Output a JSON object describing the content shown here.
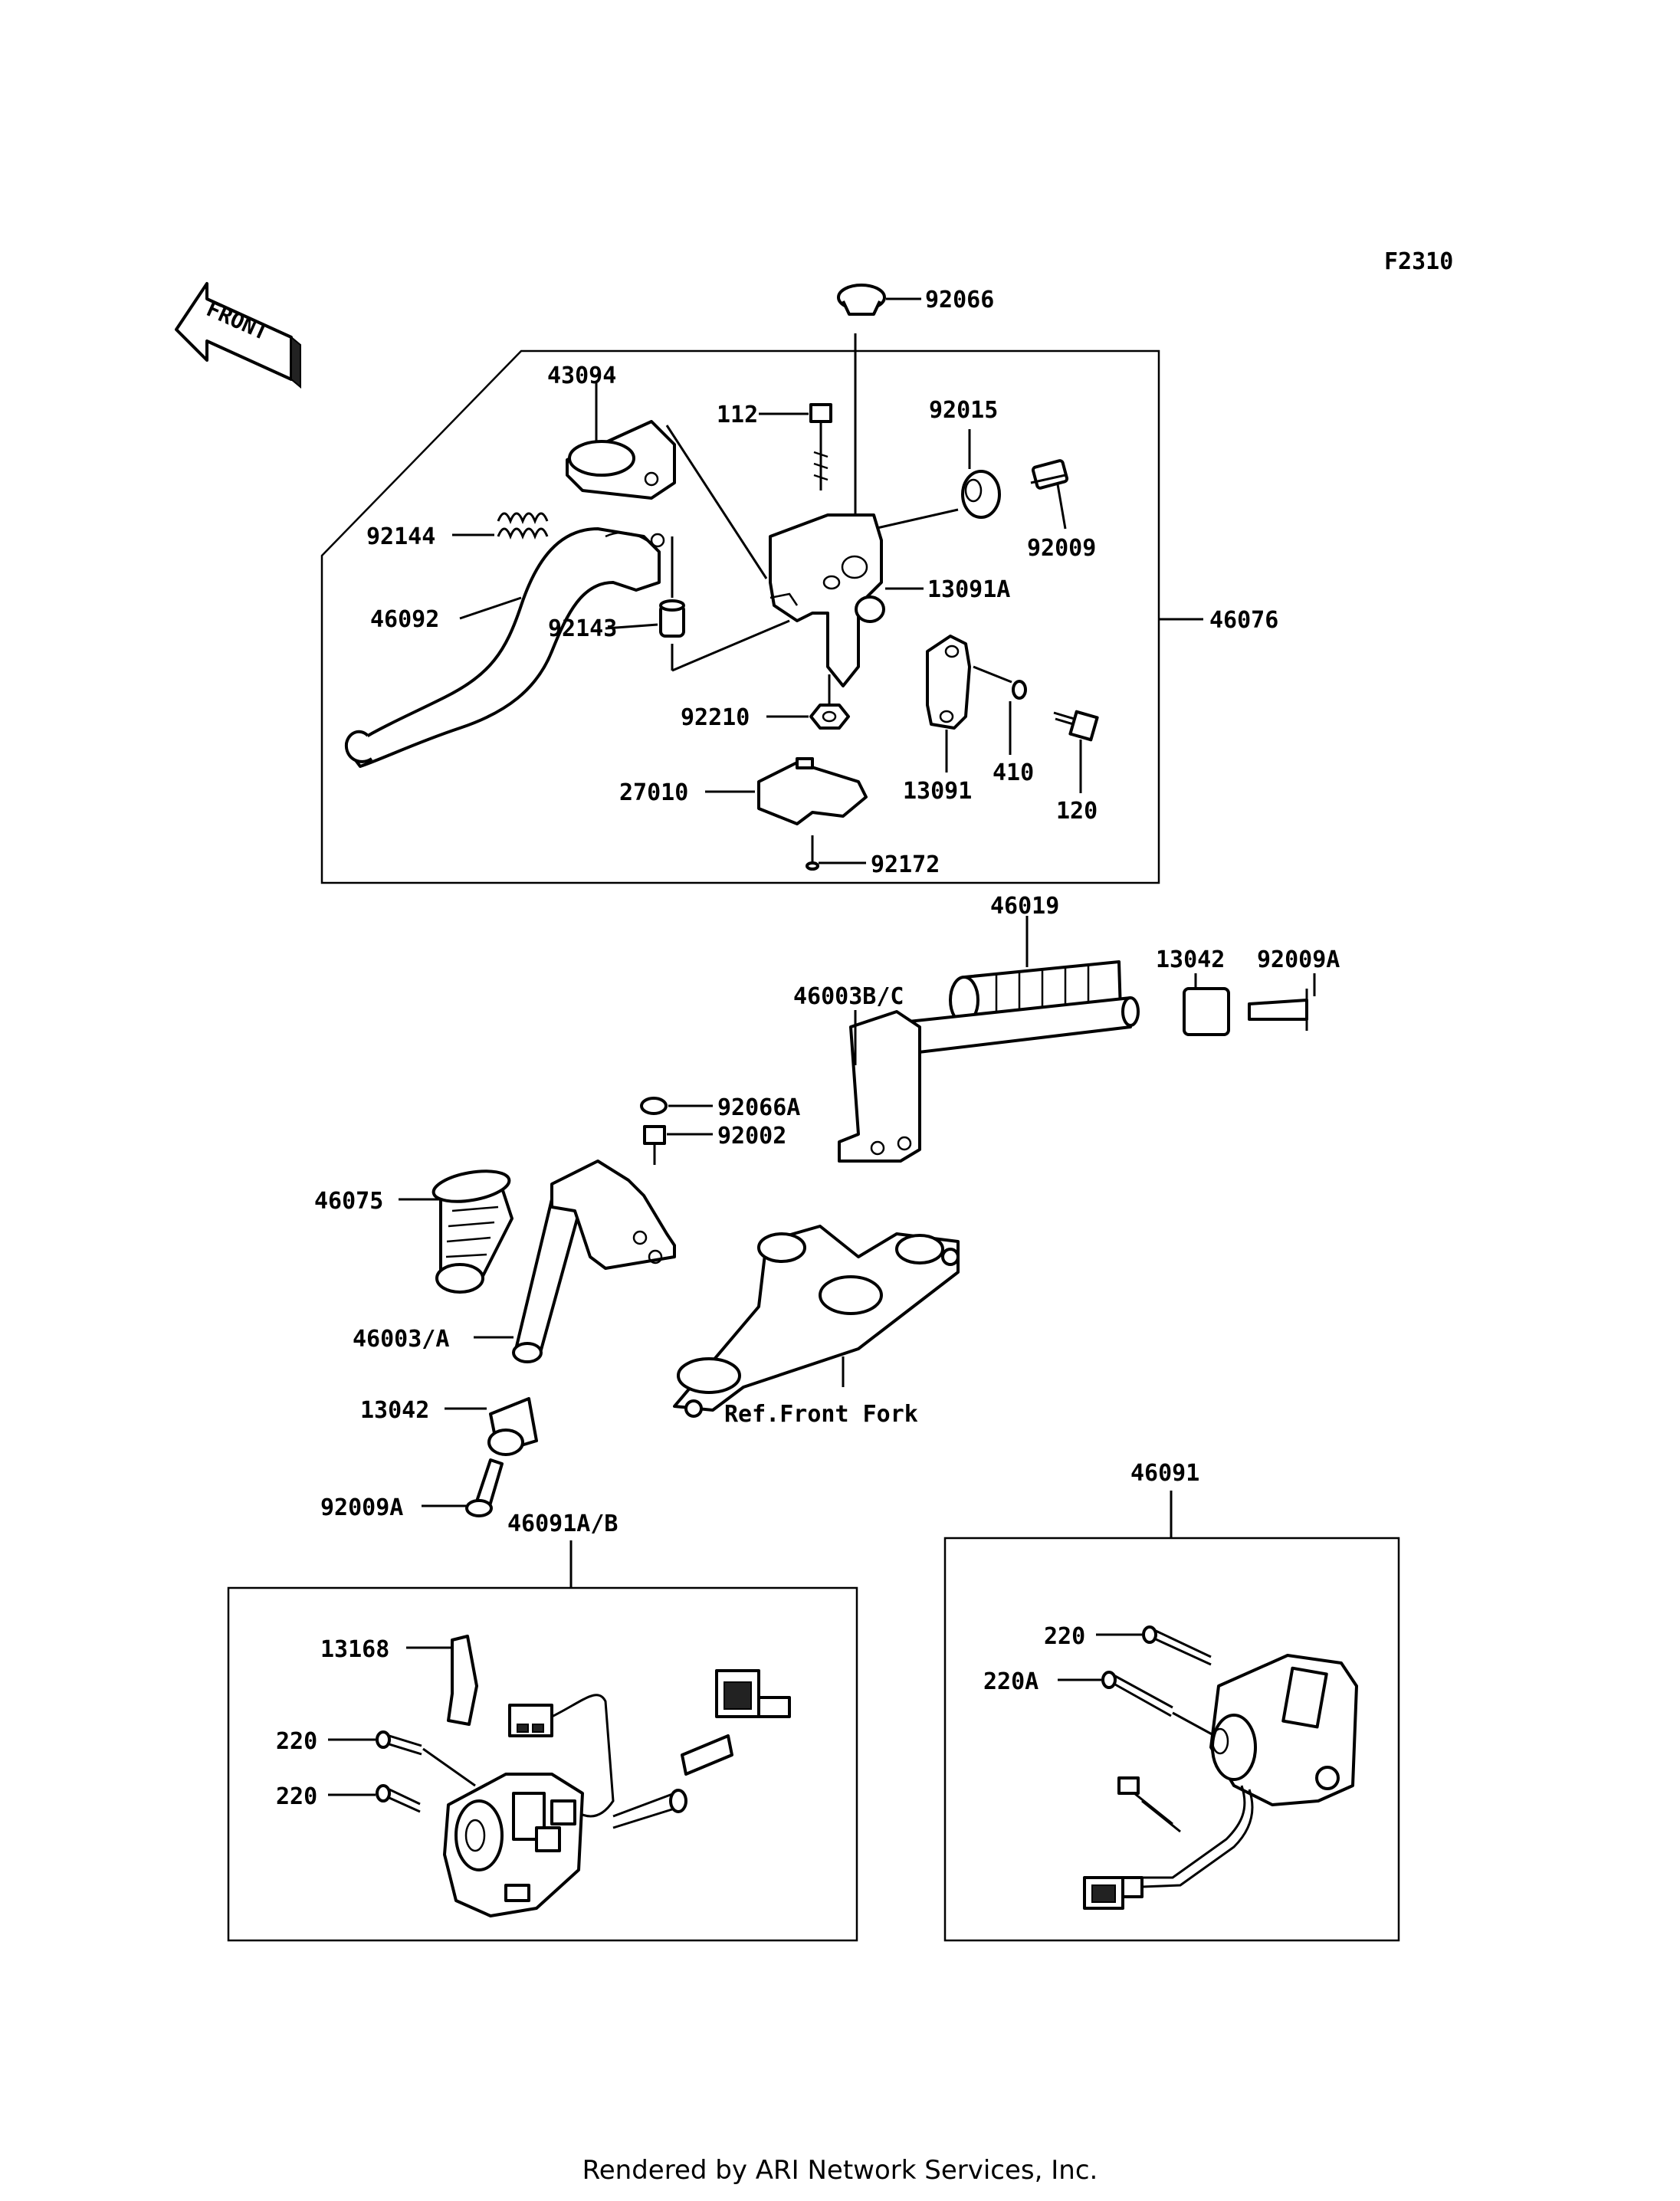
{
  "diagram_code": "F2310",
  "front_arrow_label": "FRONT",
  "footer": "Rendered by ARI Network Services, Inc.",
  "reference": "Ref.Front Fork",
  "parts": {
    "p92066": "92066",
    "p43094": "43094",
    "p112": "112",
    "p92015": "92015",
    "p92009": "92009",
    "p92144": "92144",
    "p13091A": "13091A",
    "p46076": "46076",
    "p46092": "46092",
    "p92143": "92143",
    "p92210": "92210",
    "p410": "410",
    "p13091": "13091",
    "p120": "120",
    "p27010": "27010",
    "p92172": "92172",
    "p46019": "46019",
    "p13042a": "13042",
    "p92009Aa": "92009A",
    "p46003BC": "46003B/C",
    "p92066A": "92066A",
    "p92002": "92002",
    "p46075": "46075",
    "p46003A": "46003/A",
    "p13042b": "13042",
    "p92009Ab": "92009A",
    "p46091AB": "46091A/B",
    "p46091": "46091",
    "p13168": "13168",
    "p220a": "220",
    "p220b": "220",
    "p220c": "220",
    "p220A": "220A"
  }
}
